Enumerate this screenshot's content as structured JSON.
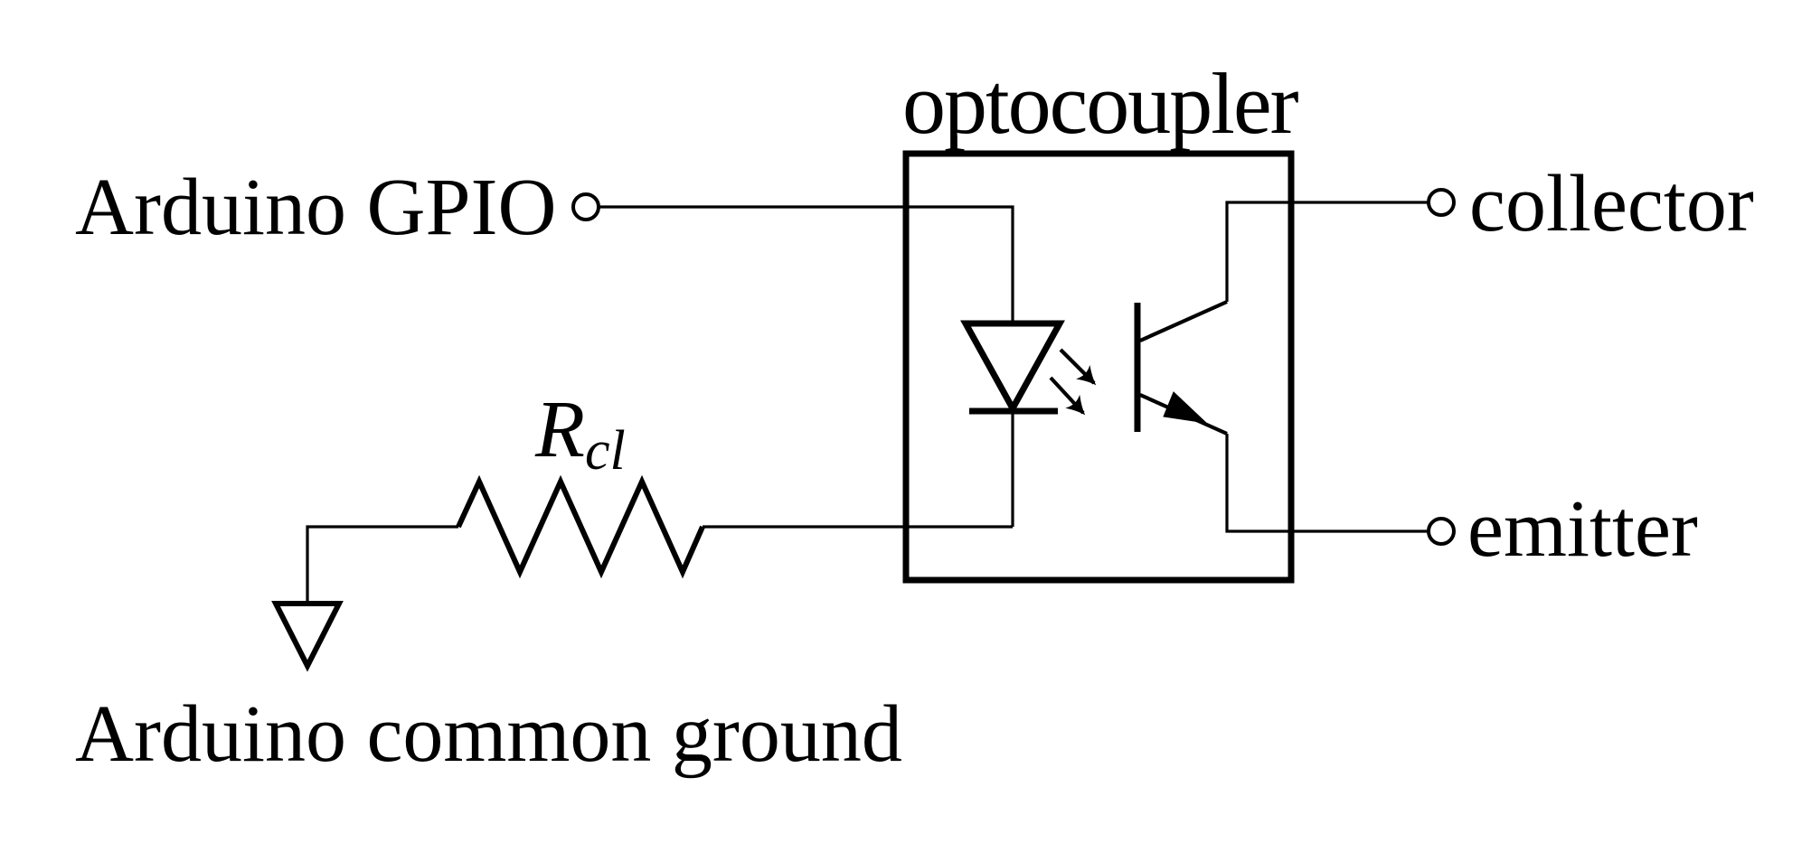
{
  "diagram": {
    "type": "circuit-schematic",
    "background_color": "#ffffff",
    "line_color": "#000000",
    "box_label": "optocoupler",
    "input_label": "Arduino GPIO",
    "ground_label": "Arduino common ground",
    "collector_label": "collector",
    "emitter_label": "emitter",
    "resistor_label": "R",
    "resistor_subscript": "cl",
    "components": {
      "optocoupler_box": "optocoupler package outline",
      "led": "infrared LED (anode top, cathode bottom)",
      "light_arrows": "two light-emission arrows from LED to phototransistor",
      "phototransistor": "NPN phototransistor (collector top, emitter bottom)",
      "resistor": "current-limiting resistor R_cl",
      "ground": "Arduino common ground symbol",
      "terminals": [
        "Arduino GPIO",
        "collector",
        "emitter"
      ]
    }
  }
}
